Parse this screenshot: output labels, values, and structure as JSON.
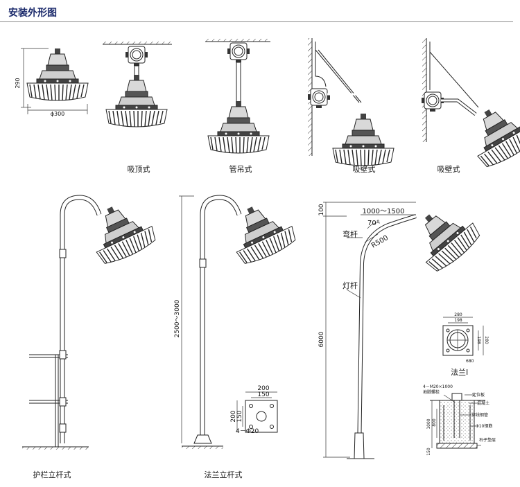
{
  "header": {
    "title": "安装外形图"
  },
  "captions": {
    "ceiling": "吸顶式",
    "pendant": "管吊式",
    "wall_1": "吸壁式",
    "wall_2": "吸壁式",
    "guardrail_pole": "护栏立杆式",
    "flange_pole": "法兰立杆式",
    "flange_1": "法兰Ⅰ"
  },
  "dimensions": {
    "ceiling_height": "290",
    "ceiling_diameter": "ϕ300",
    "pole_height": "2500～3000",
    "flange_plate_outer": "200",
    "flange_plate_inner": "150",
    "flange_plate_side_outer": "200",
    "flange_plate_side_inner": "150",
    "flange_holes": "4－Φ20",
    "tall_top_gap": "100",
    "arm_length": "1000～1500",
    "arm_angle": "70°",
    "arm_radius": "R500",
    "tall_height": "6000",
    "flange1_outer": "280",
    "flange1_inner": "198",
    "flange1_side_inner": "198",
    "flange1_side_outer": "280",
    "flange1_bolt": "4－M20×1000",
    "flange1_base_width": "680",
    "foundation_depth": "1000",
    "foundation_sub": "800",
    "foundation_top": "150"
  },
  "labels": {
    "bent_pole": "弯杆",
    "light_pole": "灯杆",
    "anchor_bolt": "地脚螺栓",
    "positioning_plate": "定位板",
    "concrete": "混凝土",
    "steel_pipe": "穿线钢管",
    "rebar": "Φ10钢筋",
    "gravel": "石子垫层"
  }
}
